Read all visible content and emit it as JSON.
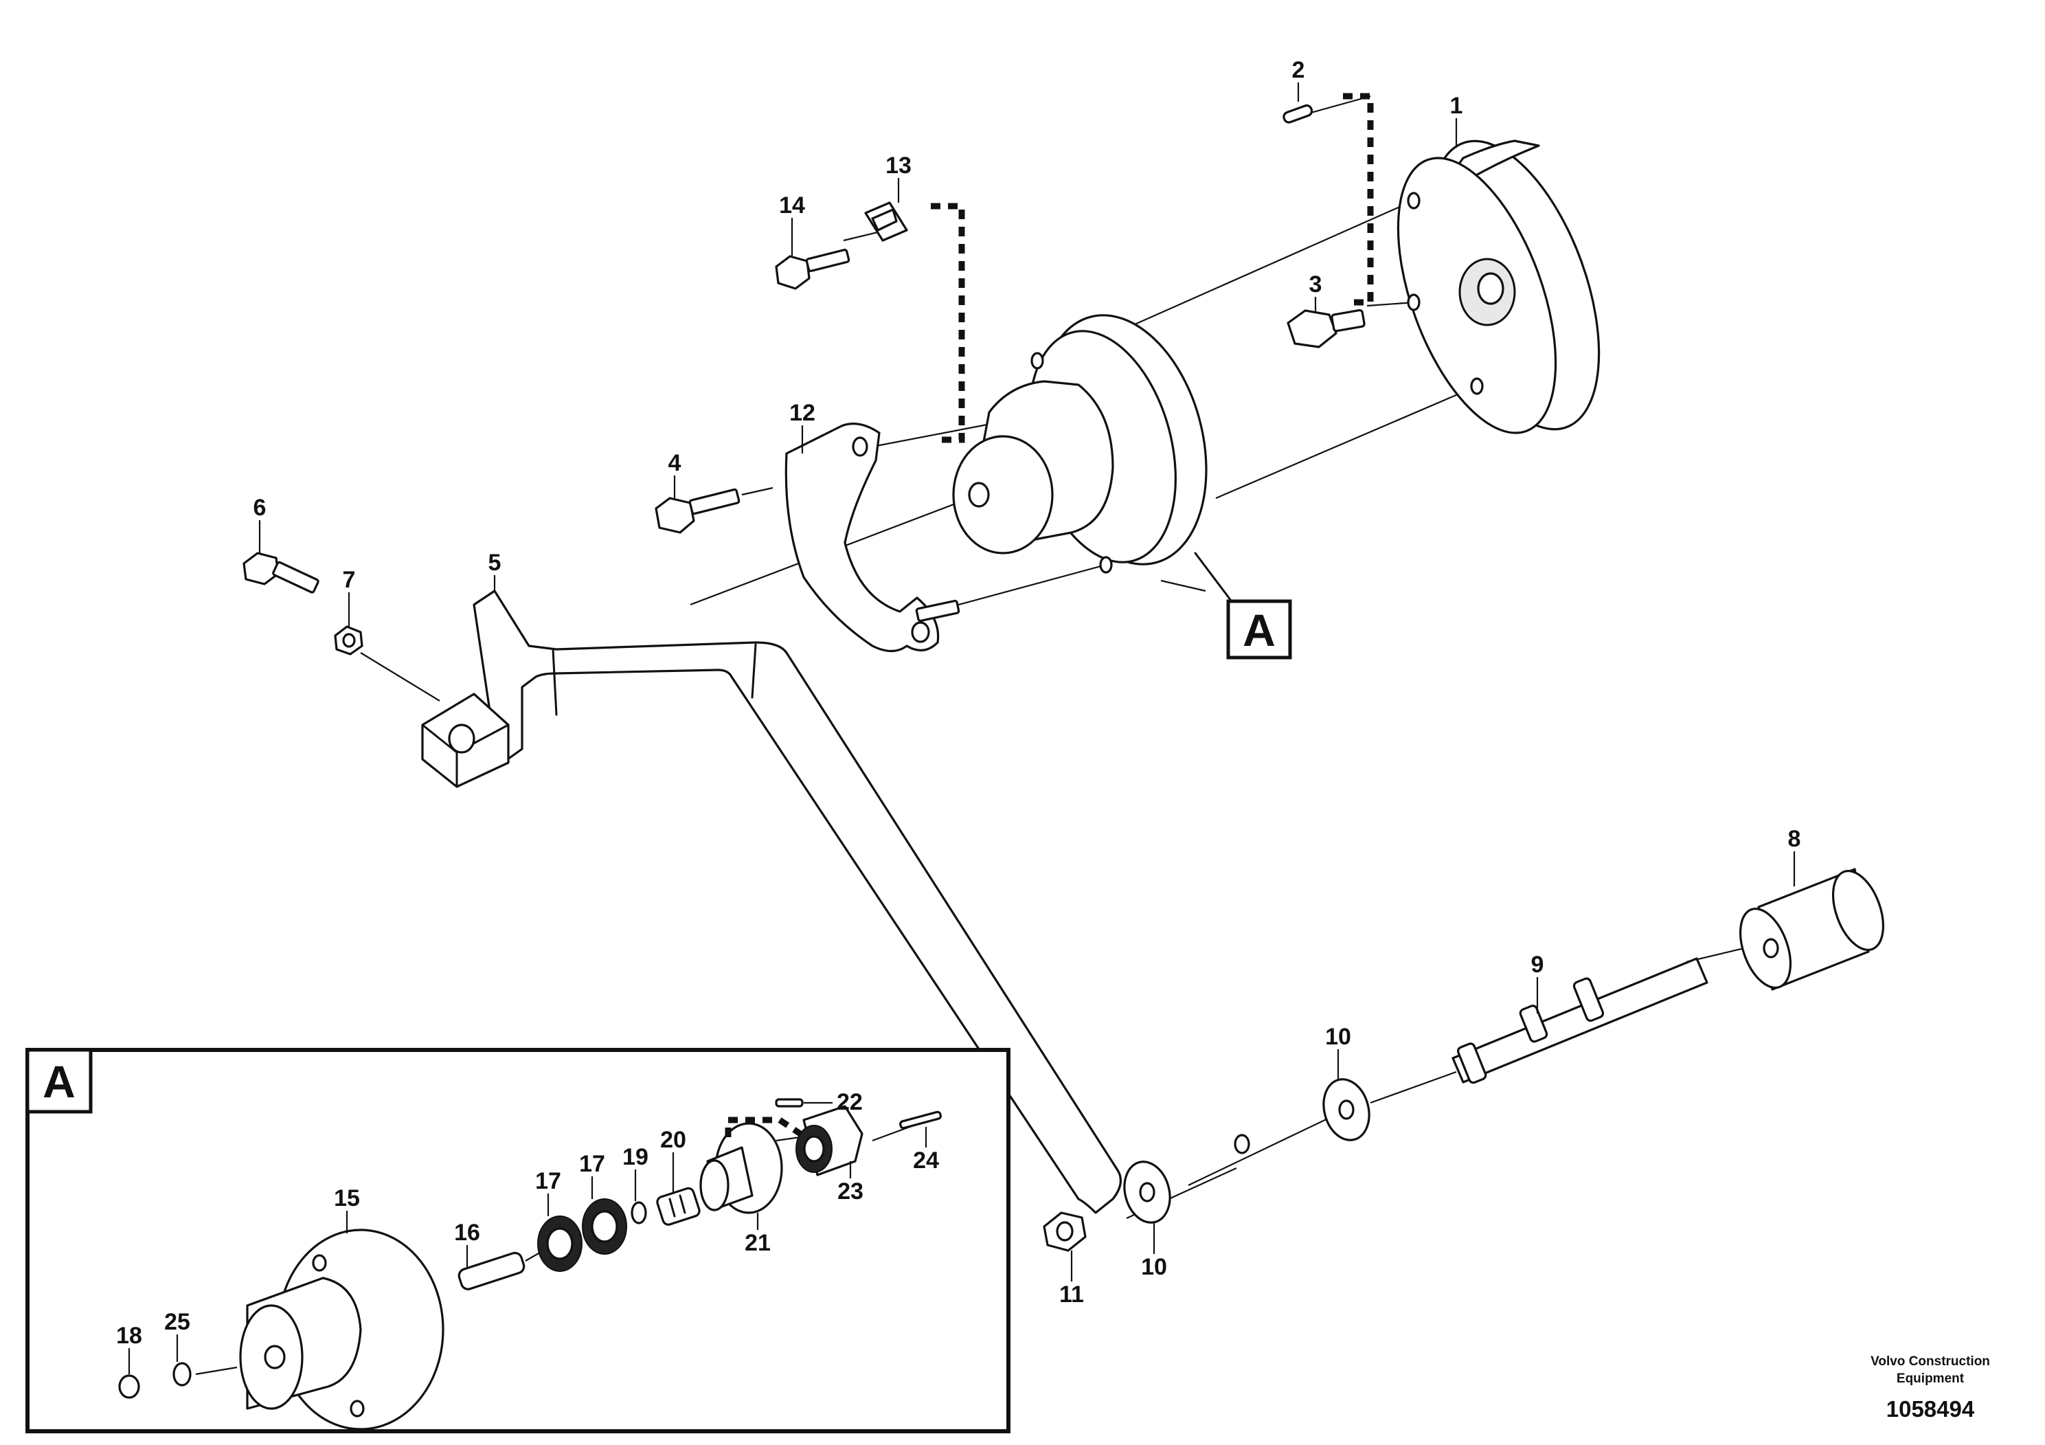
{
  "detail_marker": "A",
  "inset": {
    "label": "A"
  },
  "callouts": {
    "c1": "1",
    "c2": "2",
    "c3": "3",
    "c4": "4",
    "c5": "5",
    "c6": "6",
    "c7": "7",
    "c8": "8",
    "c9": "9",
    "c10a": "10",
    "c10b": "10",
    "c11": "11",
    "c12": "12",
    "c13": "13",
    "c14": "14",
    "c15": "15",
    "c16": "16",
    "c17a": "17",
    "c17b": "17",
    "c18": "18",
    "c19": "19",
    "c20": "20",
    "c21": "21",
    "c22": "22",
    "c23": "23",
    "c24": "24",
    "c25": "25"
  },
  "footer": {
    "company_line1": "Volvo Construction",
    "company_line2": "Equipment",
    "document_number": "1058494"
  }
}
